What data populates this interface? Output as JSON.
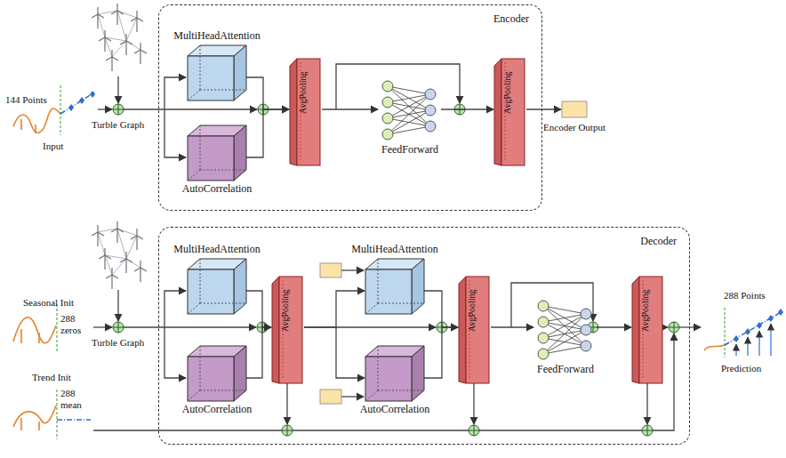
{
  "diagram": {
    "nodes": [
      {
        "text": [
          "Encoder"
        ]
      },
      {
        "text": [
          "MultiHeadAttention"
        ],
        "in": 0
      },
      {
        "text": [
          "AutoCorrelation"
        ],
        "in": 0
      },
      {
        "text": [
          "AvgPooling"
        ],
        "in": 0
      },
      {
        "text": [
          "FeedForward"
        ],
        "in": 0
      },
      {
        "text": [
          "AvgPooling"
        ],
        "in": 0
      },
      {
        "text": [
          "Encoder Output"
        ]
      },
      {
        "text": [
          "Decoder"
        ]
      },
      {
        "text": [
          "MultiHeadAttention"
        ],
        "in": 7
      },
      {
        "text": [
          "AutoCorrelation"
        ],
        "in": 7
      },
      {
        "text": [
          "AvgPooling"
        ],
        "in": 7
      },
      {
        "text": [
          "MultiHeadAttention"
        ],
        "in": 7
      },
      {
        "text": [
          "AutoCorrelation"
        ],
        "in": 7
      },
      {
        "text": [
          "AvgPooling"
        ],
        "in": 7
      },
      {
        "text": [
          "FeedForward"
        ],
        "in": 7
      },
      {
        "text": [
          "AvgPooling"
        ],
        "in": 7
      }
    ],
    "edges": [
      {
        "from": 1,
        "to": 3,
        "arrow": "to"
      },
      {
        "from": 2,
        "to": 3,
        "arrow": "to"
      },
      {
        "from": 3,
        "to": 4,
        "arrow": "to"
      },
      {
        "from": 4,
        "to": 5,
        "arrow": "to"
      },
      {
        "from": 5,
        "to": 6,
        "arrow": "to"
      },
      {
        "from": 8,
        "to": 10,
        "arrow": "to"
      },
      {
        "from": 9,
        "to": 10,
        "arrow": "to"
      },
      {
        "from": 10,
        "to": 11,
        "arrow": "to"
      },
      {
        "from": 10,
        "to": 12,
        "arrow": "to"
      },
      {
        "from": 11,
        "to": 13,
        "arrow": "to"
      },
      {
        "from": 12,
        "to": 13,
        "arrow": "to"
      },
      {
        "from": 13,
        "to": 14,
        "arrow": "to"
      },
      {
        "from": 14,
        "to": 15,
        "arrow": "to"
      }
    ],
    "labels": [
      "144 Points",
      "Input",
      "Turble Graph",
      "Seasonal Init",
      "288 zeros",
      "Trend Init",
      "288 mean",
      "Turble Graph",
      "288 Points",
      "Prediction"
    ]
  }
}
